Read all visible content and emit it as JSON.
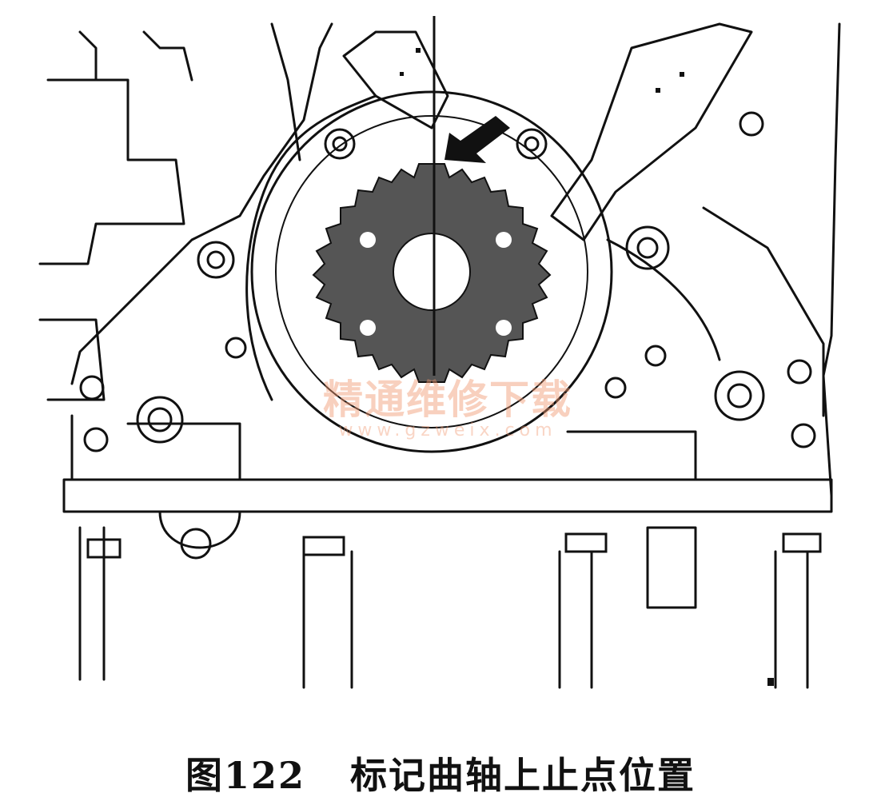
{
  "figure": {
    "number": "图122",
    "title": "标记曲轴上止点位置"
  },
  "watermark": {
    "text": "精通维修下载",
    "url": "www.gzweix.com"
  },
  "colors": {
    "ink": "#111111",
    "sprocket": "#555555",
    "watermark": "#f0966e"
  },
  "icons": [
    "crankshaft-sprocket-icon",
    "timing-mark-arrow-icon",
    "bolt-icon"
  ]
}
